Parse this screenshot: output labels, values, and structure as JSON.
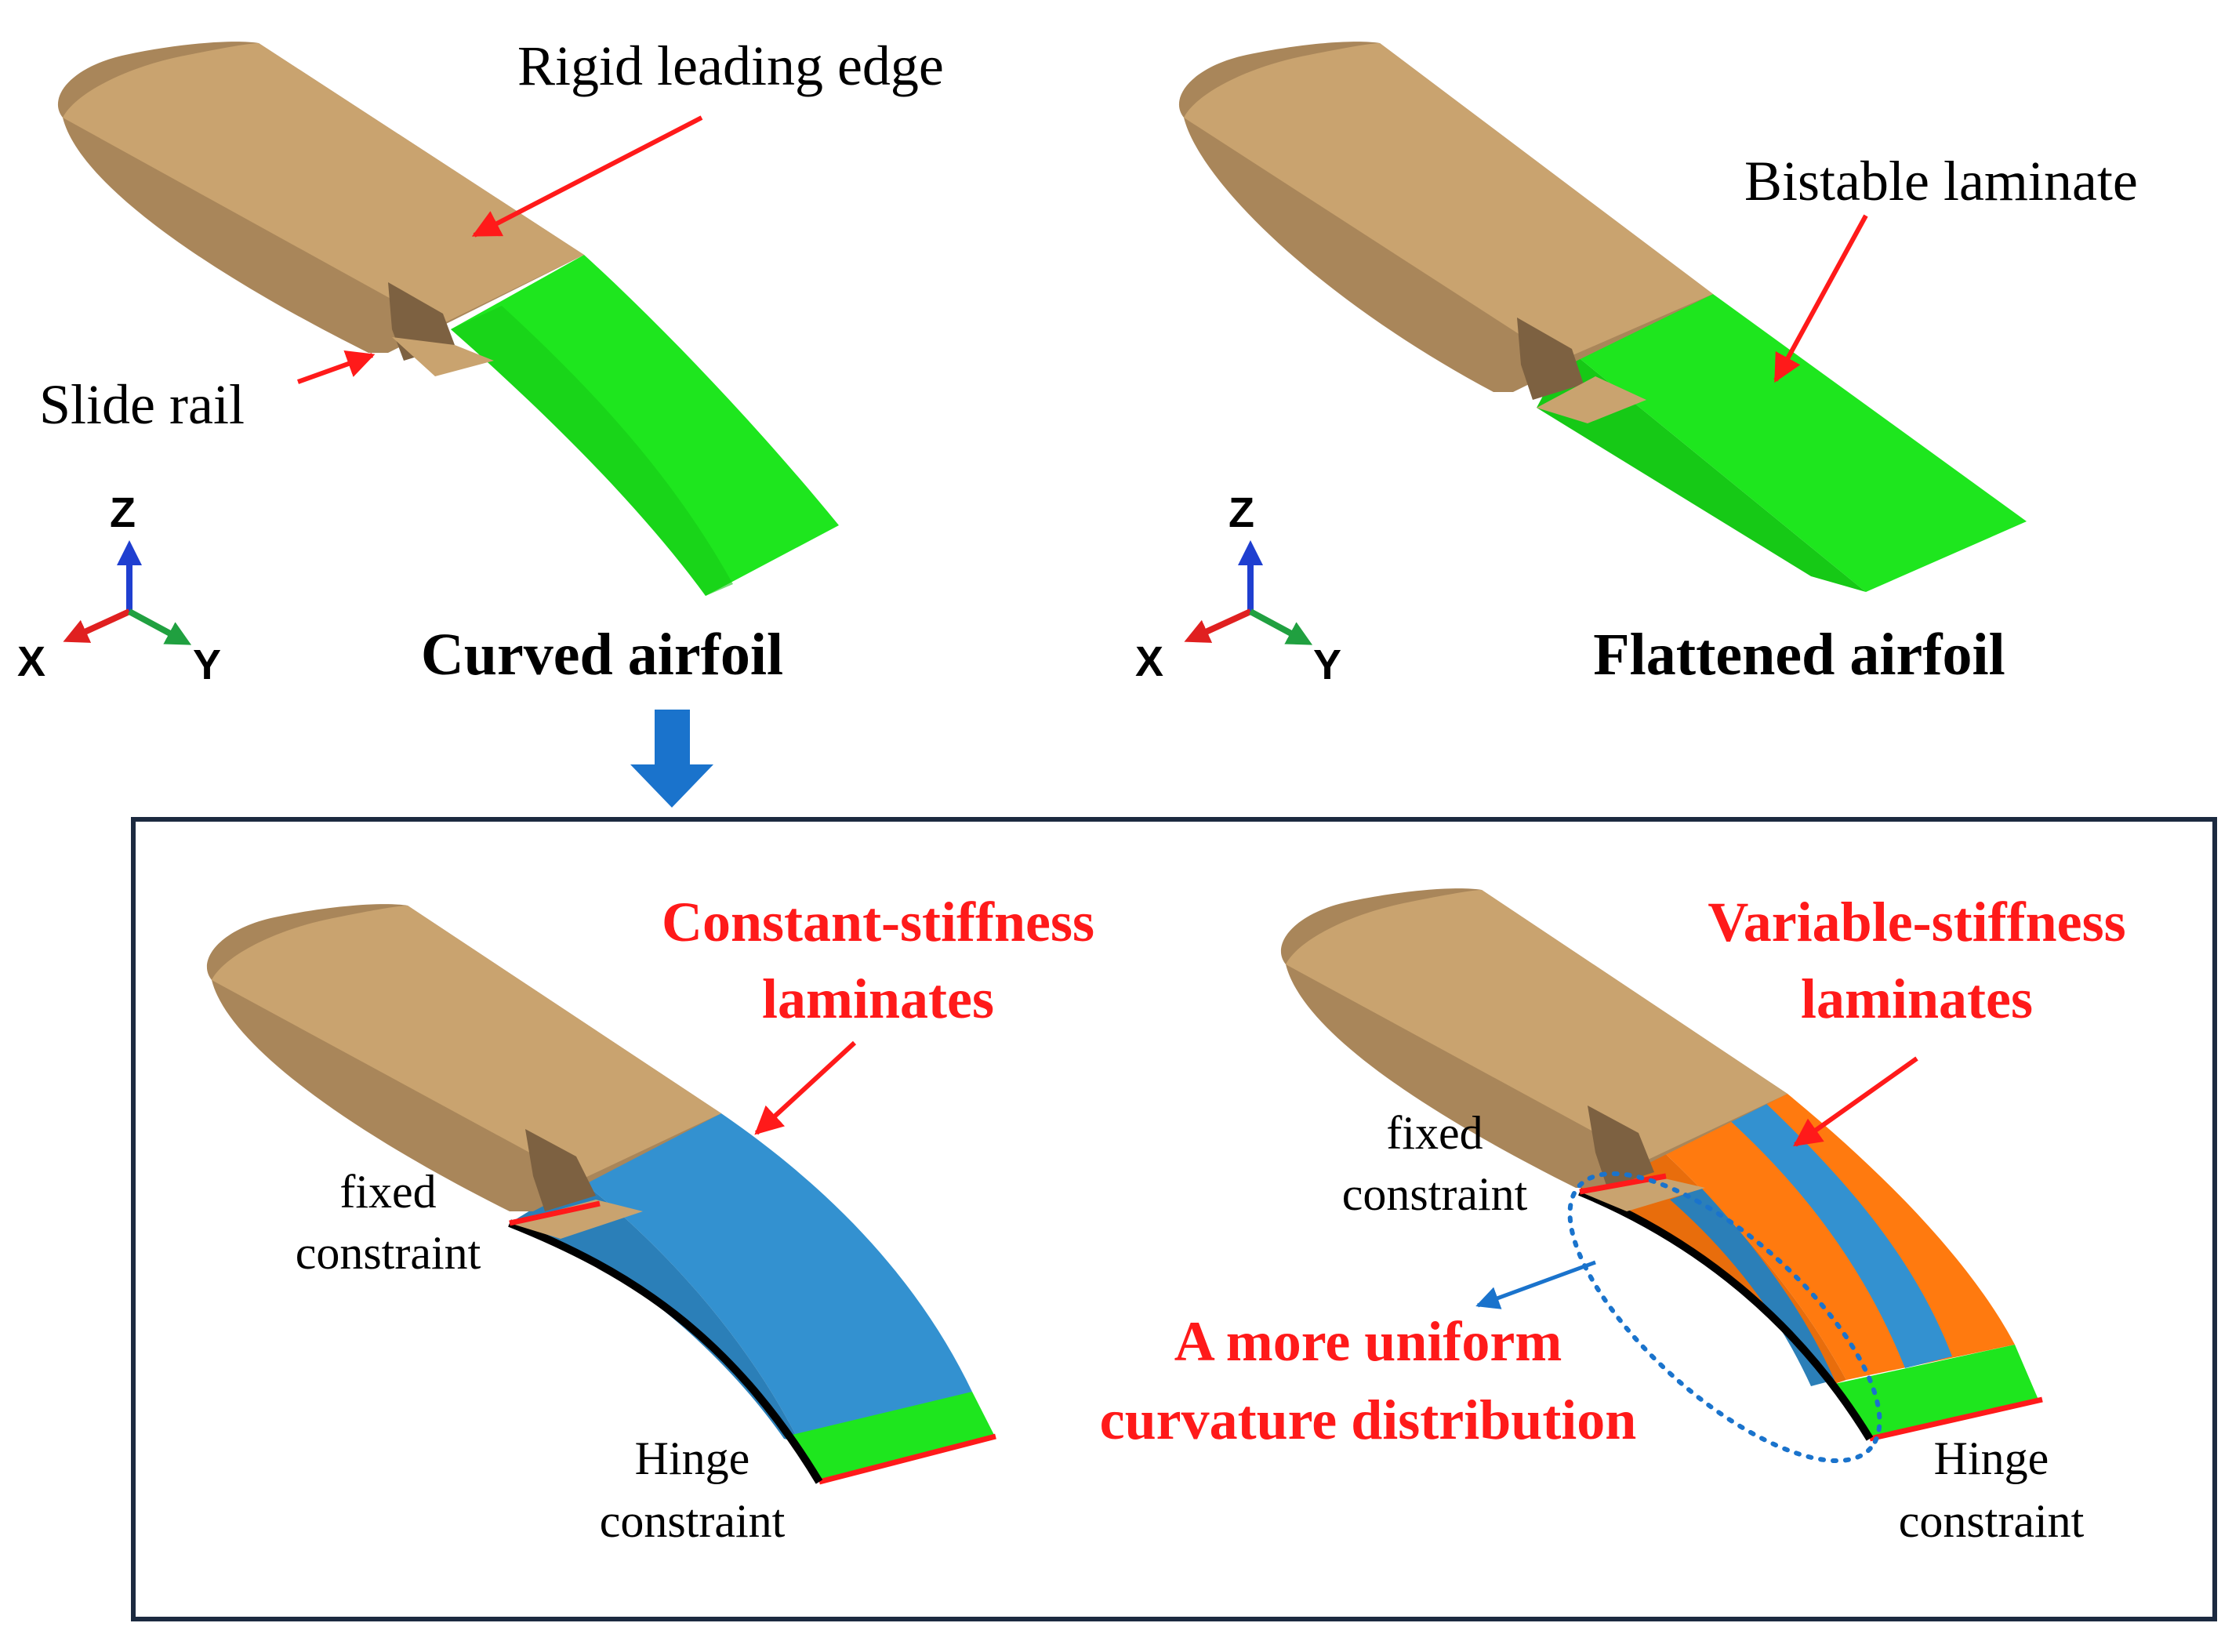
{
  "top_left": {
    "rigid_label": "Rigid leading edge",
    "rail_label": "Slide rail",
    "caption": "Curved airfoil"
  },
  "top_right": {
    "laminate_label": "Bistable laminate",
    "caption": "Flattened airfoil"
  },
  "axes": {
    "z": "Z",
    "x": "X",
    "y": "Y"
  },
  "bottom_left": {
    "title_line1": "Constant-stiffness",
    "title_line2": "laminates",
    "fixed_line1": "fixed",
    "fixed_line2": "constraint",
    "hinge_line1": "Hinge",
    "hinge_line2": "constraint"
  },
  "bottom_right": {
    "title_line1": "Variable-stiffness",
    "title_line2": "laminates",
    "fixed_line1": "fixed",
    "fixed_line2": "constraint",
    "hinge_line1": "Hinge",
    "hinge_line2": "constraint",
    "note_line1": "A more uniform",
    "note_line2": "curvature distribution"
  },
  "colors": {
    "tan": "#c9a36f",
    "tan_dark": "#a9865a",
    "tan_shadow": "#7d6141",
    "green": "#1ee61e",
    "blue": "#3391d0",
    "orange": "#ff7a0f",
    "red": "#ff1a1a",
    "arrow_blue": "#1a73cc",
    "frame": "#1c2a40"
  }
}
